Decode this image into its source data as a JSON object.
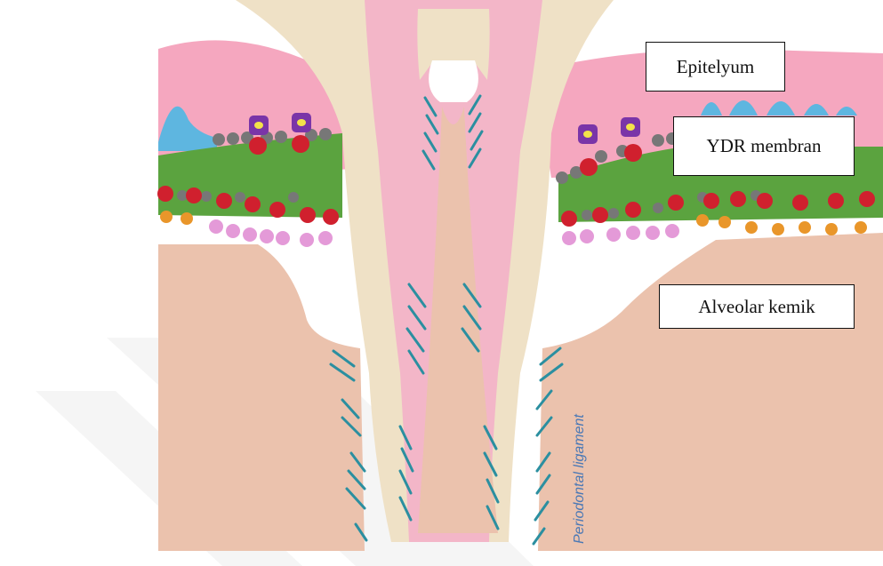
{
  "labels": {
    "epitelyum": "Epitelyum",
    "ydr_membran": "YDR membran",
    "alveolar_kemik": "Alveolar kemik",
    "periodontal_ligament": "Periodontal ligament"
  },
  "colors": {
    "gingiva": "#f5a7bf",
    "membrane": "#5ba33f",
    "bone": "#ebc2ad",
    "dentin": "#efe1c6",
    "pulp": "#f3b6c8",
    "fiber": "#2b8fa0",
    "epithelium_ridge": "#5eb6e0",
    "cell_red": "#d0202e",
    "cell_purple": "#7a35a8",
    "cell_orange": "#e9962a",
    "cell_pink": "#e49ad8",
    "cell_gray": "#777777"
  }
}
